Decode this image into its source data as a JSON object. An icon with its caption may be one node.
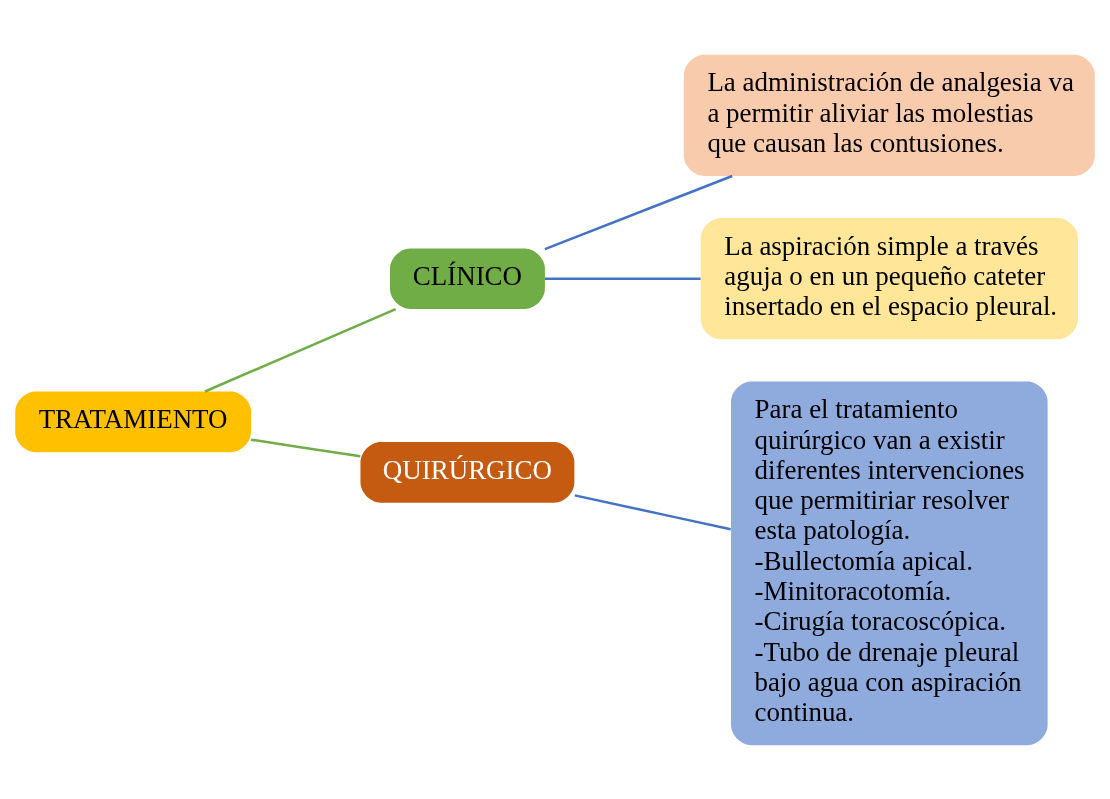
{
  "diagram": {
    "nodes": [
      {
        "text": [
          "TRATAMIENTO"
        ]
      },
      {
        "text": [
          "CLÍNICO"
        ]
      },
      {
        "text": [
          "La administración de analgesia va a permitir aliviar las molestias que causan las contusiones."
        ]
      },
      {
        "text": [
          "La aspiración simple a través aguja o en un pequeño cateter insertado en el espacio pleural."
        ]
      },
      {
        "text": [
          "QUIRÚRGICO"
        ]
      },
      {
        "text": [
          "Para el tratamiento quirúrgico van a existir diferentes intervenciones que permitiriar resolver esta patología.",
          "-Bullectomía apical.",
          "-Minitoracotomía.",
          "-Cirugía toracoscópica.",
          "-Tubo de drenaje pleural bajo agua con aspiración continua."
        ]
      }
    ],
    "edges": [
      {
        "from": 0,
        "to": 1,
        "arrow": "none",
        "color": "#70ad47"
      },
      {
        "from": 0,
        "to": 4,
        "arrow": "none",
        "color": "#70ad47"
      },
      {
        "from": 1,
        "to": 2,
        "arrow": "none"
      },
      {
        "from": 1,
        "to": 3,
        "arrow": "none"
      },
      {
        "from": 4,
        "to": 5,
        "arrow": "none"
      }
    ]
  }
}
